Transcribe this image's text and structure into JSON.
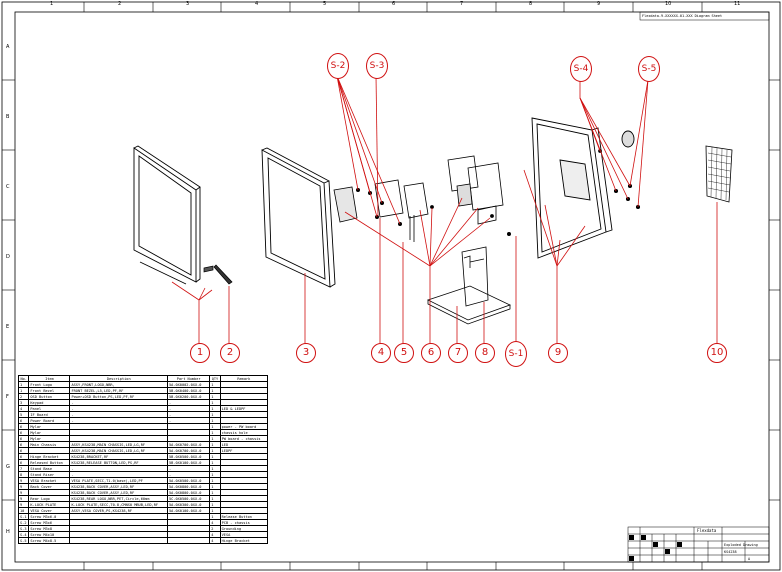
{
  "title_block_text": "Flexdata-9-XXXXXX-01-XXX Diagram Sheet",
  "zones_top": [
    "1",
    "2",
    "3",
    "4",
    "5",
    "6",
    "7",
    "8",
    "9",
    "10",
    "11"
  ],
  "zones_side": [
    "A",
    "B",
    "C",
    "D",
    "E",
    "F",
    "G",
    "H"
  ],
  "callouts": {
    "c1": "1",
    "c2": "2",
    "c3": "3",
    "c4": "4",
    "c5": "5",
    "c6": "6",
    "c7": "7",
    "c8": "8",
    "cs1": "S-1",
    "c9": "9",
    "c10": "10",
    "cs2": "S-2",
    "cs3": "S-3",
    "cs4": "S-4",
    "cs5": "S-5"
  },
  "bom": {
    "headers": [
      "No.",
      "Item",
      "Description",
      "Part Number",
      "QTY",
      "Remark"
    ],
    "rows": [
      [
        "1",
        "Front Logo",
        "ASSY,FRONT,LOGO,NBR,",
        "5A.0X0002-0XX-0",
        "1",
        ""
      ],
      [
        "1",
        "Front Bezel",
        "FRONT BEZEL,L5,LED,PF,RF",
        "5B.0X0400-0XX-0",
        "1",
        ""
      ],
      [
        "2",
        "OSD Button",
        "Power+OSD Button,PS,LED,PF,RF",
        "5B.0X0200-0XX-0",
        "1",
        ""
      ],
      [
        "3",
        "Keypad",
        "-",
        "-",
        "1",
        ""
      ],
      [
        "4",
        "Panel",
        "-",
        "-",
        "1",
        "LED & LEDPF"
      ],
      [
        "5",
        "IF Board",
        "-",
        "-",
        "1",
        ""
      ],
      [
        "6",
        "Power Board",
        "-",
        "-",
        "1",
        ""
      ],
      [
        "6",
        "Mylar",
        "",
        "",
        "1",
        "power - PW board"
      ],
      [
        "6",
        "Mylar",
        "",
        "",
        "1",
        "chassis hole"
      ],
      [
        "6",
        "Mylar",
        "",
        "",
        "1",
        "PW board - chassis"
      ],
      [
        "6",
        "Main Chassis",
        "ASSY,KS4238,MAIN CHASSIS,LED,LG,RF",
        "5A.0X0700-0XX-0",
        "1",
        "LED"
      ],
      [
        "6",
        "",
        "ASSY,KS4238,MAIN CHASSIS,LED,LG,RF",
        "5A.0X0700-0XX-0",
        "1",
        "LEDPF"
      ],
      [
        "6",
        "Hinge Bracket",
        "KS4238,BRACKET,RF",
        "5B.0X0500-0XX-0",
        "1",
        ""
      ],
      [
        "6",
        "Released Button",
        "KS4238,RELEASE BUTTON,LED,PS,RF",
        "5B.0X0100-0XX-0",
        "1",
        ""
      ],
      [
        "7",
        "Stand Base",
        "-",
        "-",
        "1",
        ""
      ],
      [
        "8",
        "Stand Riser",
        "-",
        "-",
        "1",
        ""
      ],
      [
        "9",
        "VESA Bracket",
        "VESA PLATE,SECC,T1.0(base),LED,PF",
        "5A.0X0500-0XX-0",
        "1",
        ""
      ],
      [
        "9",
        "Back Cover",
        "KS4238,BACK COVER,ASSY,LED,RF",
        "5A.0X0800-0XX-0",
        "1",
        ""
      ],
      [
        "9",
        "",
        "KS4238,BACK COVER,ASSY,LED,RF",
        "5A.0X0800-0XX-0",
        "1",
        ""
      ],
      [
        "9",
        "Rear Logo",
        "KS4238,REAR LOGO,NBR,PET,Circle,60mm",
        "5C.0X0500-0XX-0",
        "1",
        ""
      ],
      [
        "9",
        "K-LOCK PLATE",
        "K-LOCK PLATE,SECC,T0.8,CMNS0 MBUB,LED,RF",
        "5A.0X0300-0XX-0",
        "1",
        ""
      ],
      [
        "10",
        "VESA Cover",
        "ASSY,VESA COVER,PS,KS4238,RF",
        "5A.0X0100-0XX-0",
        "1",
        ""
      ],
      [
        "S-1",
        "Screw M3x6.0",
        "",
        "",
        "1",
        "Release Button"
      ],
      [
        "S-2",
        "Screw M3x6",
        "",
        "",
        "4",
        "PCB - chassis"
      ],
      [
        "S-3",
        "Screw M3x8",
        "",
        "",
        "2",
        "Grounding"
      ],
      [
        "S-4",
        "Screw M4x10",
        "",
        "",
        "4",
        "VESA"
      ],
      [
        "S-5",
        "Screw M4x8.5",
        "",
        "",
        "4",
        "Hinge Bracket"
      ]
    ]
  },
  "title_block": {
    "company": "Flexdata",
    "drawing_label": "Exploded Drawing",
    "sheet_code": "KS4238",
    "revision": "A"
  }
}
